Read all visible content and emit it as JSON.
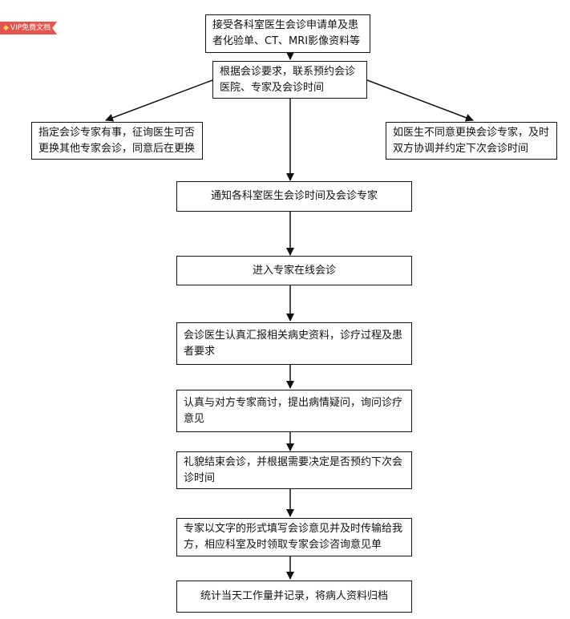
{
  "badge": {
    "label": "VIP免费文档"
  },
  "flow": {
    "step1": "接受各科室医生会诊申请单及患者化验单、CT、MRI影像资料等",
    "step2": "根据会诊要求，联系预约会诊医院、专家及会诊时间",
    "branch_left": "指定会诊专家有事，征询医生可否更换其他专家会诊，同意后在更换",
    "branch_right": "如医生不同意更换会诊专家，及时双方协调并约定下次会诊时间",
    "step3": "通知各科室医生会诊时间及会诊专家",
    "step4": "进入专家在线会诊",
    "step5": "会诊医生认真汇报相关病史资料，诊疗过程及患者要求",
    "step6": "认真与对方专家商讨，提出病情疑问，询问诊疗意见",
    "step7": "礼貌结束会诊，并根据需要决定是否预约下次会诊时间",
    "step8": "专家以文字的形式填写会诊意见并及时传输给我方，相应科室及时领取专家会诊咨询意见单",
    "step9": "统计当天工作量并记录，将病人资料归档"
  }
}
